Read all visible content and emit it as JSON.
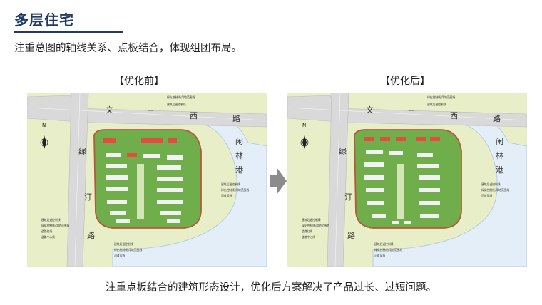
{
  "header": {
    "title": "多层住宅",
    "subtitle": "注重总图的轴线关系、点板结合，体现组团布局。"
  },
  "panels": {
    "before_label": "【优化前】",
    "after_label": "【优化后】"
  },
  "map_text": {
    "north": "N",
    "road_top": [
      "文",
      "二",
      "西",
      "路"
    ],
    "road_left": [
      "绿",
      "汀",
      "路"
    ],
    "river": [
      "闲",
      "林",
      "港"
    ],
    "legend_top": [
      "绿化控制线/用地范围线",
      "建筑后退控制线"
    ],
    "legend_right": [
      "建筑后退控制线",
      "绿化控制线/用地范围线",
      "河道蓝线"
    ],
    "legend_left": [
      "建筑后退控制线",
      "绿化控制线/用地范围线",
      "道路红线",
      "道路中心线"
    ],
    "legend_bottom": [
      "建筑后退控制线",
      "绿化控制线/用地范围线",
      "河道蓝线"
    ]
  },
  "caption": "注重点板结合的建筑形态设计，优化后方案解决了产品过长、过短问题。",
  "colors": {
    "title": "#1f3b63",
    "land": "#e8efc8",
    "road": "#d9d9d9",
    "water": "#e4eef9",
    "site": "#6fae4a",
    "building": "#f2f2f2",
    "red_building": "#e54b40",
    "arrow": "#8c8c8c"
  }
}
